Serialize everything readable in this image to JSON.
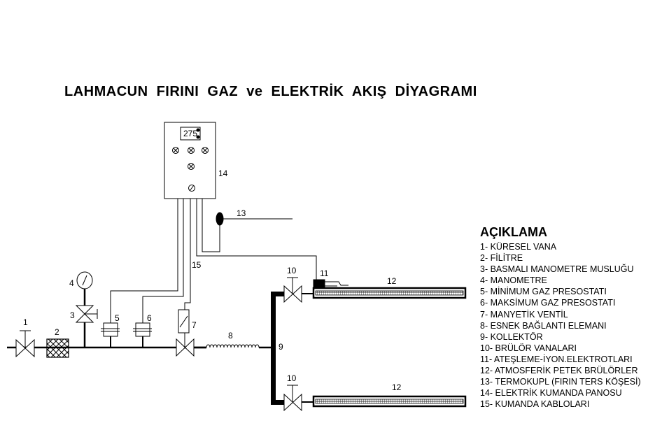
{
  "title": "LAHMACUN  FIRINI  GAZ  ve  ELEKTRİK  AKIŞ  DİYAGRAMI",
  "panel_display": "275",
  "labels": {
    "l1": "1",
    "l2": "2",
    "l3": "3",
    "l4": "4",
    "l5": "5",
    "l6": "6",
    "l7": "7",
    "l8": "8",
    "l9": "9",
    "l10a": "10",
    "l10b": "10",
    "l11": "11",
    "l12a": "12",
    "l12b": "12",
    "l13": "13",
    "l14": "14",
    "l15": "15"
  },
  "legend": {
    "title": "AÇIKLAMA",
    "items": [
      "1- KÜRESEL VANA",
      "2- FİLİTRE",
      "3- BASMALI MANOMETRE MUSLUĞU",
      "4- MANOMETRE",
      "5- MİNİMUM GAZ PRESOSTATI",
      "6- MAKSİMUM GAZ PRESOSTATI",
      "7- MANYETİK VENTİL",
      "8- ESNEK BAĞLANTI ELEMANI",
      "9- KOLLEKTÖR",
      "10- BRÜLÖR VANALARI",
      "11- ATEŞLEME-İYON.ELEKTROTLARI",
      "12- ATMOSFERİK PETEK BRÜLÖRLER",
      "13- TERMOKUPL (FIRIN TERS KÖŞESİ)",
      "14- ELEKTRİK KUMANDA PANOSU",
      "15- KUMANDA KABLOLARI"
    ]
  }
}
